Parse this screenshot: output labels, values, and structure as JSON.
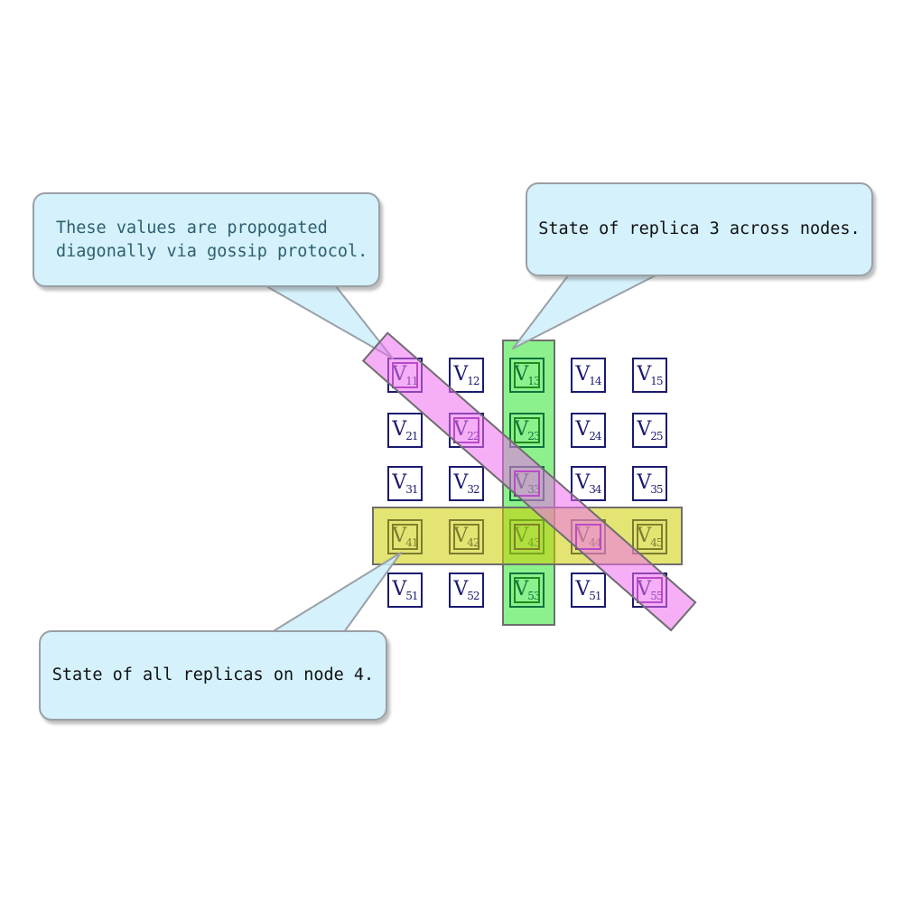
{
  "matrix": {
    "base": "V",
    "cells": [
      [
        "11",
        "12",
        "13",
        "14",
        "15"
      ],
      [
        "21",
        "22",
        "23",
        "24",
        "25"
      ],
      [
        "31",
        "32",
        "33",
        "34",
        "35"
      ],
      [
        "41",
        "42",
        "43",
        "44",
        "45"
      ],
      [
        "51",
        "52",
        "53",
        "51",
        "55"
      ]
    ]
  },
  "highlights": {
    "replica_column": {
      "membership": [
        [
          1,
          3
        ],
        [
          2,
          3
        ],
        [
          3,
          3
        ],
        [
          4,
          3
        ],
        [
          5,
          3
        ]
      ]
    },
    "node_row": {
      "membership": [
        [
          4,
          1
        ],
        [
          4,
          2
        ],
        [
          4,
          3
        ],
        [
          4,
          4
        ],
        [
          4,
          5
        ]
      ]
    },
    "gossip_diagonal": {
      "membership": [
        [
          1,
          1
        ],
        [
          2,
          2
        ],
        [
          3,
          3
        ],
        [
          4,
          4
        ],
        [
          5,
          5
        ]
      ]
    }
  },
  "callouts": [
    {
      "id": "gossip",
      "lines": [
        "These values are propogated",
        "diagonally via gossip protocol."
      ]
    },
    {
      "id": "replica",
      "lines": [
        "State of replica 3 across nodes."
      ]
    },
    {
      "id": "node",
      "lines": [
        "State of all replicas on node 4."
      ]
    }
  ],
  "colors": {
    "matrix_border": "#1a1a70",
    "matrix_text": "#1a1a70",
    "highlight_border": "#6e6e6e",
    "column_fill": "rgba(0,225,0,0.45)",
    "row_fill": "rgba(205,205,0,0.55)",
    "diagonal_fill": "rgba(238,110,240,0.55)",
    "column_inner_border": "#1f8a1f",
    "row_inner_border": "#80802a",
    "diagonal_inner_border": "#7a1f9a",
    "callout_fill": "rgba(205,238,252,0.85)",
    "callout_border": "#9aa0a6",
    "callout_text_gossip": "#2e5f6f",
    "callout_text_black": "#111111"
  }
}
